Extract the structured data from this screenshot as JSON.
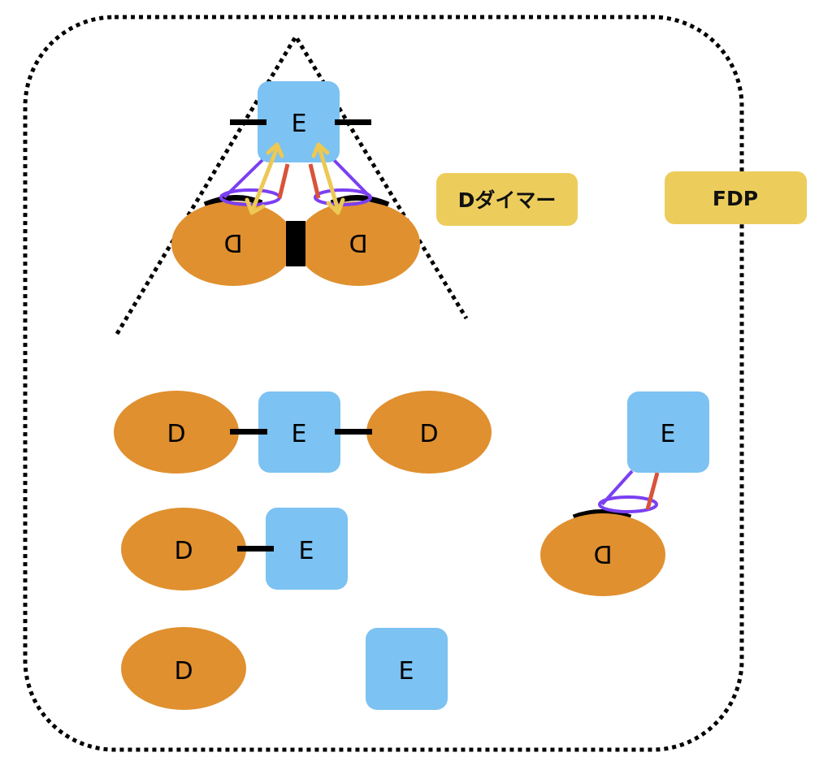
{
  "colors": {
    "d_fill": "#E0902F",
    "e_fill": "#7CC2F2",
    "label_fill": "#ECCD5C",
    "bond_black": "#000000",
    "purple": "#7B3FF2",
    "red": "#D9533A",
    "yellow_arrow": "#EDC853",
    "border": "#000000"
  },
  "labels": {
    "d_dimer": "Dダイマー",
    "fdp": "FDP"
  },
  "nodes": {
    "top_e": "E",
    "top_d_left": "D",
    "top_d_right": "D",
    "row1_d_left": "D",
    "row1_e": "E",
    "row1_d_right": "D",
    "row2_d": "D",
    "row2_e": "E",
    "row3_d": "D",
    "row3_e": "E",
    "right_e": "E",
    "right_d": "D"
  }
}
